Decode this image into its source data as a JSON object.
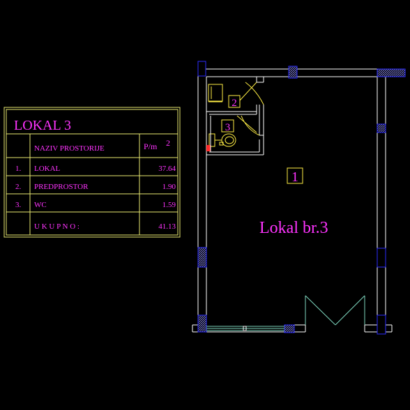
{
  "table": {
    "title": "LOKAL 3",
    "col_name": "NAZIV PROSTORIJE",
    "col_area": "P/m",
    "col_area_sup": "2",
    "rows": [
      {
        "num": "1.",
        "name": "LOKAL",
        "area": "37.64"
      },
      {
        "num": "2.",
        "name": "PREDPROSTOR",
        "area": "1.90"
      },
      {
        "num": "3.",
        "name": "WC",
        "area": "1.59"
      }
    ],
    "total_label": "U K U P N O :",
    "total_value": "41.13"
  },
  "plan": {
    "room_label_main": "Lokal br.3",
    "room_numbers": [
      "1",
      "2",
      "3"
    ]
  },
  "colors": {
    "background": "#000000",
    "table_lines": "#e8e870",
    "table_text": "#ff33ff",
    "walls": "#ffffff",
    "columns": "#2c2cff",
    "fixtures": "#ffee44",
    "glass": "#7fd8c0",
    "door_red": "#ff2a2a"
  }
}
